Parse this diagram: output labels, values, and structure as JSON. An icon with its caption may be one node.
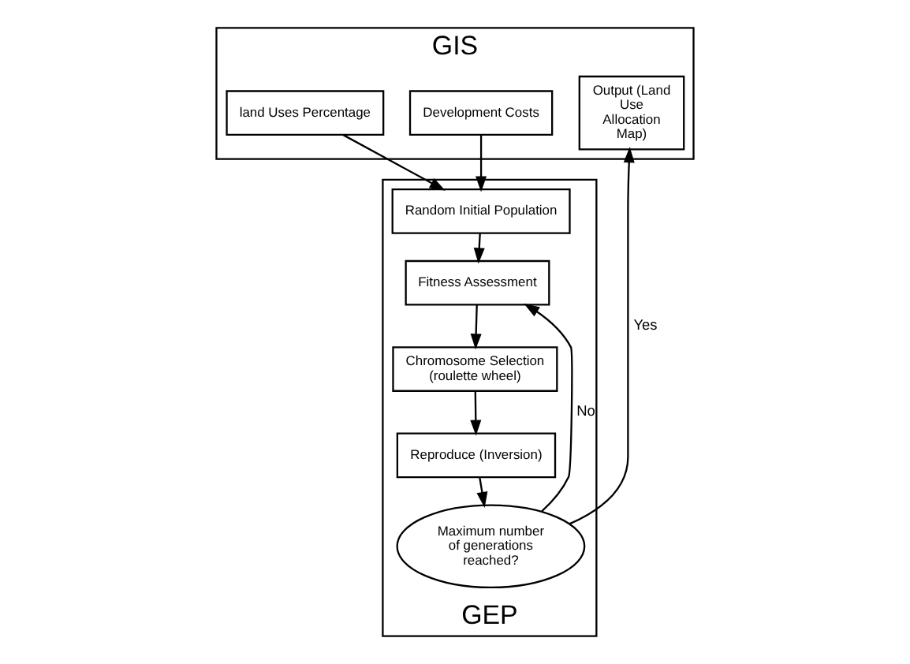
{
  "diagram": {
    "nodes": [
      {
        "text": [
          "GIS"
        ]
      },
      {
        "text": [
          "land Uses Percentage"
        ],
        "in": 0
      },
      {
        "text": [
          "Development Costs"
        ],
        "in": 0
      },
      {
        "text": [
          "Output (Land Use Allocation Map)"
        ],
        "in": 0
      },
      {
        "text": [
          "GEP"
        ]
      },
      {
        "text": [
          "Random Initial Population"
        ],
        "in": 4
      },
      {
        "text": [
          "Fitness Assessment"
        ],
        "in": 4
      },
      {
        "text": [
          "Chromosome Selection (roulette wheel)"
        ],
        "in": 4
      },
      {
        "text": [
          "Reproduce (Inversion)"
        ],
        "in": 4
      },
      {
        "text": [
          "Maximum number of generations reached?"
        ],
        "in": 4
      }
    ],
    "edges": [
      {
        "from": 1,
        "to": 5,
        "arrow": "to"
      },
      {
        "from": 2,
        "to": 5,
        "arrow": "to"
      },
      {
        "from": 5,
        "to": 6,
        "arrow": "to"
      },
      {
        "from": 6,
        "to": 7,
        "arrow": "to"
      },
      {
        "from": 7,
        "to": 8,
        "arrow": "to"
      },
      {
        "from": 8,
        "to": 9,
        "arrow": "to"
      },
      {
        "from": 9,
        "to": 3,
        "label": "Yes",
        "arrow": "to"
      },
      {
        "from": 9,
        "to": 6,
        "label": "No",
        "arrow": "to"
      }
    ]
  }
}
